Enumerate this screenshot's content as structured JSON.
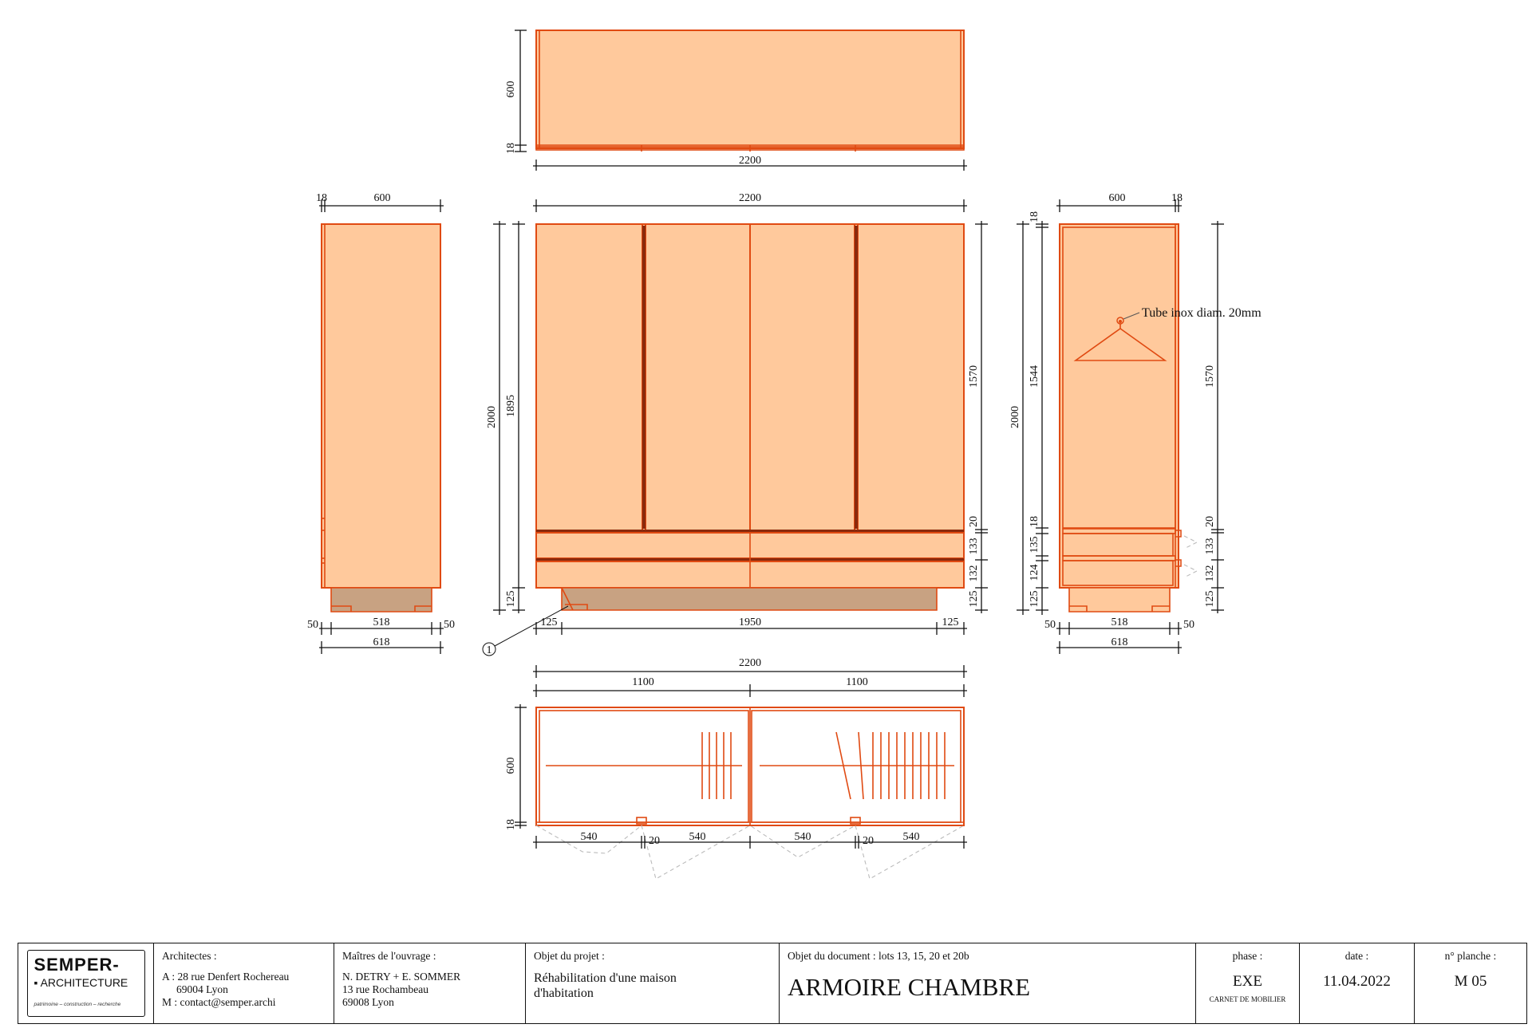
{
  "colors": {
    "panel_fill": "#ffc99c",
    "outline": "#e04a12",
    "door_gap": "#8a2a0c",
    "plinth_fill": "#c8a282"
  },
  "annotations": {
    "tube_note": "Tube inox diam. 20mm",
    "callout_1": "1"
  },
  "dimensions": {
    "top_view": {
      "depth": "600",
      "door": "18",
      "width": "2200"
    },
    "left_elevation": {
      "door": "18",
      "depth": "600",
      "inset_left": "50",
      "plinth": "518",
      "inset_right": "50",
      "total": "618"
    },
    "front_elevation": {
      "width": "2200",
      "height": "2000",
      "door_height": "1895",
      "plinth_height": "125",
      "upper": "1570",
      "gap_1": "20",
      "drawer_1": "133",
      "drawer_2": "132",
      "base": "125",
      "plinth_left": "125",
      "plinth_width": "1950",
      "plinth_right": "125"
    },
    "right_section": {
      "depth": "600",
      "door": "18",
      "height": "2000",
      "door_top": "18",
      "inner_height": "1544",
      "shelf": "18",
      "drawer_1": "135",
      "drawer_2": "124",
      "plinth": "125",
      "upper": "1570",
      "gap_1": "20",
      "drawer_1b": "133",
      "drawer_2b": "132",
      "base": "125",
      "inset_left": "50",
      "plinth_width": "518",
      "inset_right": "50",
      "total": "618"
    },
    "bottom_plan": {
      "width": "2200",
      "half_left": "1100",
      "half_right": "1100",
      "depth": "600",
      "door": "18",
      "door_a": "540",
      "gap_a": "20",
      "door_b": "540",
      "door_c": "540",
      "gap_b": "20",
      "door_d": "540"
    }
  },
  "title_block": {
    "logo_line1": "SEMPER-",
    "logo_line2": "ARCHITECTURE",
    "logo_tagline": "patrimoine – construction – recherche",
    "architects_label": "Architectes :",
    "architects_address_1": "A : 28 rue Denfert Rochereau",
    "architects_address_2": "69004 Lyon",
    "architects_email": "M : contact@semper.archi",
    "owners_label": "Maîtres de l'ouvrage :",
    "owners_names": "N. DETRY + E. SOMMER",
    "owners_address_1": "13 rue Rochambeau",
    "owners_address_2": "69008 Lyon",
    "project_label": "Objet du projet :",
    "project_line_1": "Réhabilitation d'une maison",
    "project_line_2": "d'habitation",
    "document_label": "Objet du document : lots 13, 15, 20 et 20b",
    "document_title": "ARMOIRE CHAMBRE",
    "phase_label": "phase :",
    "phase_value": "EXE",
    "phase_sub": "CARNET DE MOBILIER",
    "date_label": "date :",
    "date_value": "11.04.2022",
    "sheet_label": "n° planche :",
    "sheet_value": "M 05"
  }
}
